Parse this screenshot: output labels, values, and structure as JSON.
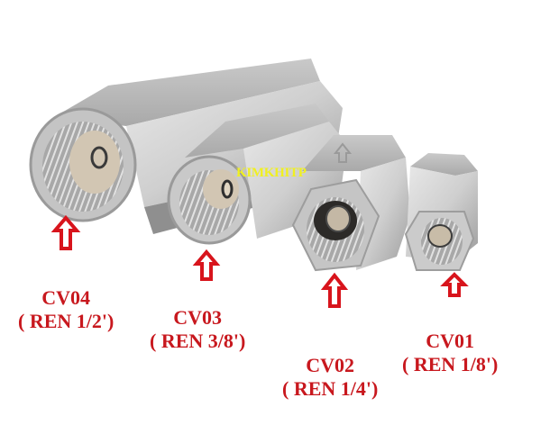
{
  "watermark": "KIMKHITP",
  "colors": {
    "label": "#c8181e",
    "arrow": "#d8141c",
    "watermark": "#f0f020",
    "steel_light": "#d9d9d9",
    "steel_mid": "#b8b8b8",
    "steel_dark": "#8a8a8a"
  },
  "products": [
    {
      "code": "CV04",
      "thread": "( REN 1/2')"
    },
    {
      "code": "CV03",
      "thread": "( REN 3/8')"
    },
    {
      "code": "CV02",
      "thread": "( REN 1/4')"
    },
    {
      "code": "CV01",
      "thread": "( REN 1/8')"
    }
  ]
}
